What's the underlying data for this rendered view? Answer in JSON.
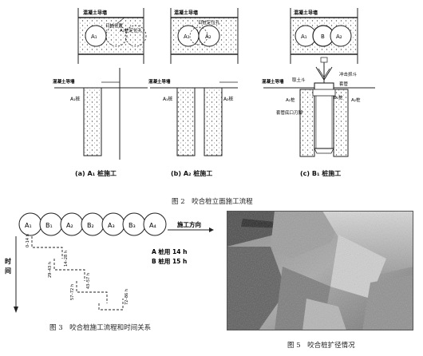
{
  "figure2": {
    "caption": "图 2　咬合桩立面施工流程",
    "panel_a": {
      "label": "(a) A₁ 桩施工",
      "wall_label": "混凝土导墙",
      "guide_label": "混凝土导墙",
      "pile_a1": "A₁",
      "pile_label": "A₁桩",
      "hole_label": "A₁桩定位孔",
      "note_label": "日桩位置"
    },
    "panel_b": {
      "label": "(b) A₂ 桩施工",
      "wall_label": "混凝土导墙",
      "guide_label": "混凝土导墙",
      "pile_a1": "A₁",
      "pile_a2": "A₂",
      "pile_label_1": "A₁桩",
      "pile_label_2": "A₂桩",
      "note_label": "日桩定位孔"
    },
    "panel_c": {
      "label": "(c) B₁ 桩施工",
      "wall_label": "混凝土导墙",
      "guide_label": "混凝土导墙",
      "pile_a1": "A₁",
      "pile_b": "B",
      "pile_a2": "A₂",
      "soil_label": "取土斗",
      "bucket_label": "冲击抓斗",
      "casing_label": "套管",
      "pile_label_1": "A₁桩",
      "pile_label_2": "A₂桩",
      "pile_label_b": "B₁桩",
      "cutter_label": "套管底口刃脚",
      "casing_label_2": "套管"
    }
  },
  "figure3": {
    "caption": "图 3　咬合桩施工流程和时间关系",
    "piles": [
      "A₁",
      "B₁",
      "A₂",
      "B₂",
      "A₃",
      "B₃",
      "A₄"
    ],
    "direction_label": "施工方向",
    "time_axis_label": "时间",
    "legend_a": "A 桩用 14 h",
    "legend_b": "B 桩用 15 h",
    "intervals": [
      "0–14 h",
      "14–28 h",
      "29–43 h",
      "43–57 h",
      "57–72 h",
      "72–86 h"
    ]
  },
  "figure5": {
    "caption": "图 5　咬合桩扩径情况"
  }
}
